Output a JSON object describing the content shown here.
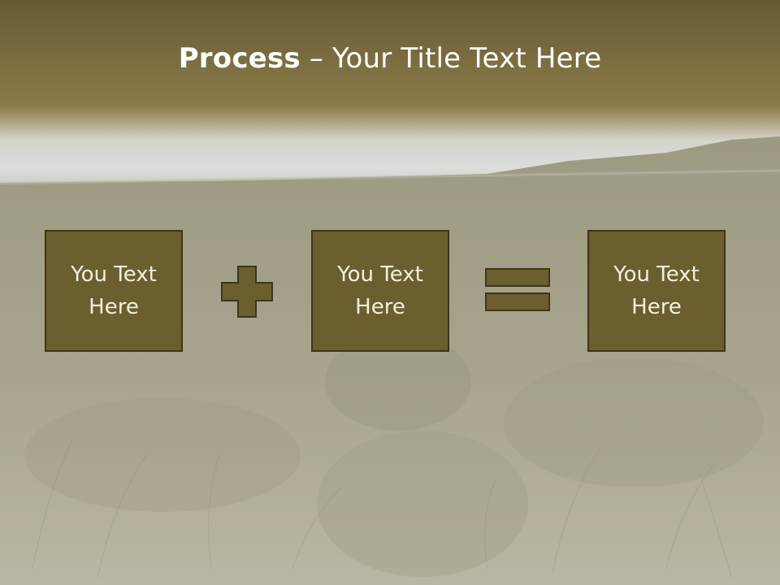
{
  "slide": {
    "title_bold": "Process",
    "title_rest": " – Your Title Text Here"
  },
  "process": {
    "steps": [
      {
        "label": "You Text Here"
      },
      {
        "label": "You Text Here"
      },
      {
        "label": "You Text Here"
      }
    ],
    "operators": [
      "plus-icon",
      "equals-icon"
    ]
  },
  "colors": {
    "header_dark": "#675b35",
    "header_mid": "#8a7a48",
    "box_fill": "#6b5f2f",
    "box_border": "#3d3618",
    "box_text": "#f3efdc",
    "title_text": "#ffffff",
    "field": "#a8a48e"
  }
}
